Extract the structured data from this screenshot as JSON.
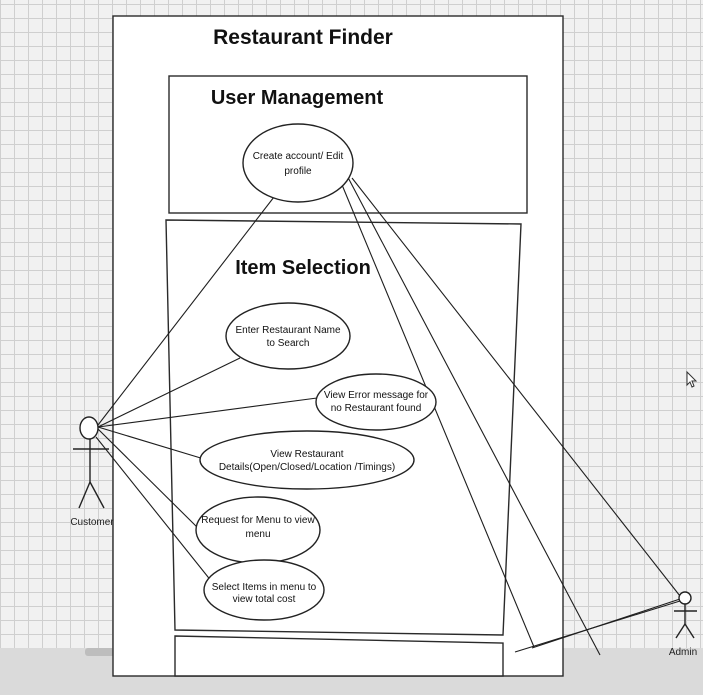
{
  "system": {
    "title": "Restaurant Finder"
  },
  "packages": [
    {
      "title": "User Management"
    },
    {
      "title": "Item Selection"
    }
  ],
  "use_cases": [
    {
      "lines": [
        "Create account/ Edit",
        "profile"
      ]
    },
    {
      "lines": [
        "Enter Restaurant Name",
        "to Search"
      ]
    },
    {
      "lines": [
        "View Error message for",
        "no Restaurant found"
      ]
    },
    {
      "lines": [
        "View Restaurant",
        "Details(Open/Closed/Location /Timings)"
      ]
    },
    {
      "lines": [
        "Request for Menu to view",
        "menu"
      ]
    },
    {
      "lines": [
        "Select Items in menu to",
        "view total cost"
      ]
    }
  ],
  "actors": [
    {
      "label": "Customer"
    },
    {
      "label": "Admin"
    }
  ],
  "colors": {
    "grid_background": "#f1f1f1",
    "grid_lines": "#cfcfcf",
    "stroke": "#222222"
  }
}
